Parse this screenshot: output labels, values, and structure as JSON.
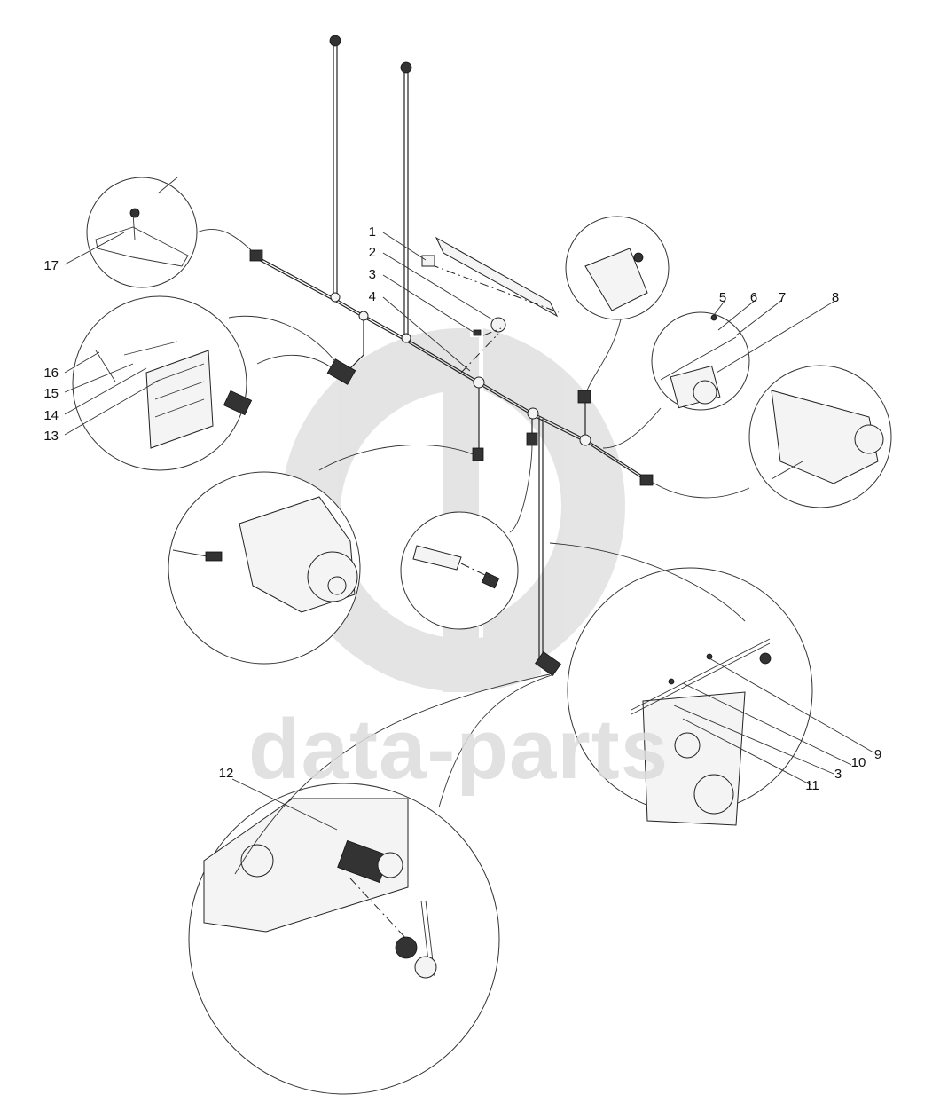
{
  "watermark": {
    "text": "data-parts",
    "color": "#dcdcdc"
  },
  "callouts": [
    "1",
    "2",
    "3",
    "4",
    "5",
    "6",
    "7",
    "8",
    "9",
    "10",
    "3",
    "11",
    "12",
    "13",
    "14",
    "15",
    "16",
    "17"
  ],
  "colors": {
    "line": "#222222",
    "watermark": "#dcdcdc"
  }
}
